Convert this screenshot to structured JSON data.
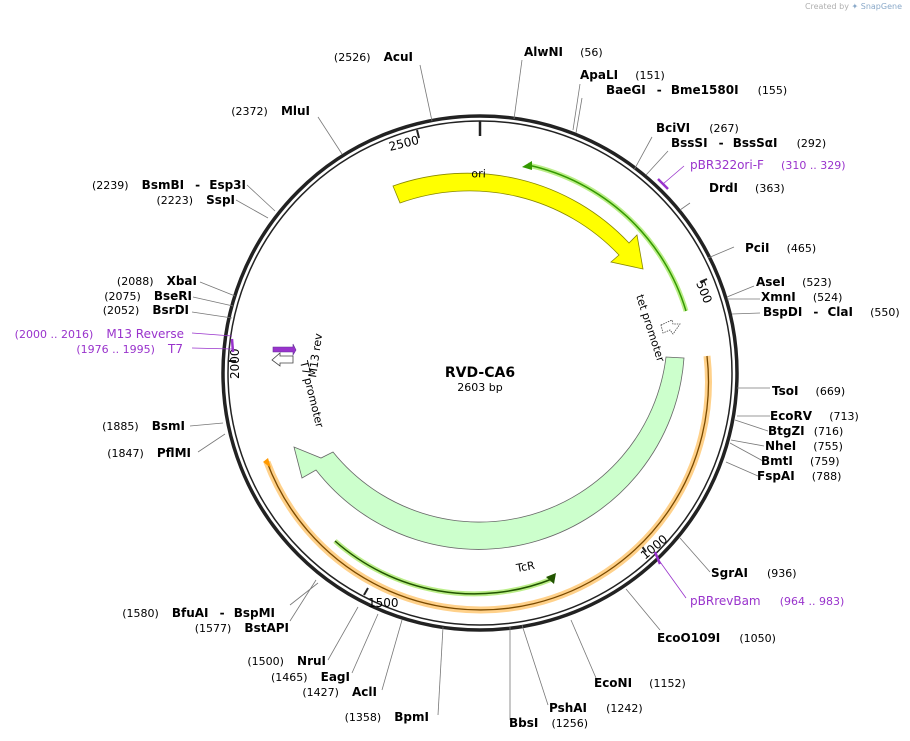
{
  "credit": {
    "prefix": "Created by",
    "brand": "SnapGene"
  },
  "map": {
    "name": "RVD-CA6",
    "length_label": "2603 bp",
    "total_bp": 2603,
    "colors": {
      "ori": "#ffff00",
      "tcr": "#ccffcc",
      "primer": "#9933cc",
      "orange": "#ffa500",
      "green": "#339900"
    }
  },
  "ticks": [
    "500",
    "1000",
    "1500",
    "2000",
    "2500"
  ],
  "features": {
    "ori": "ori",
    "tet_promoter": "tet promoter",
    "tcr": "TcR",
    "m13_rev": "M13 rev",
    "t7_promoter": "T7 promoter"
  },
  "sites": [
    {
      "id": "alwni",
      "name": "AlwNI",
      "pos": "(56)"
    },
    {
      "id": "apali",
      "name": "ApaLI",
      "pos": "(151)"
    },
    {
      "id": "baegi",
      "name": "BaeGI",
      "sep": "-",
      "name2": "Bme1580I",
      "pos": "(155)"
    },
    {
      "id": "bcivi",
      "name": "BciVI",
      "pos": "(267)"
    },
    {
      "id": "bsssi",
      "name": "BssSI",
      "sep": "-",
      "name2": "BssSαI",
      "pos": "(292)"
    },
    {
      "id": "drdi",
      "name": "DrdI",
      "pos": "(363)"
    },
    {
      "id": "pcii",
      "name": "PciI",
      "pos": "(465)"
    },
    {
      "id": "asei",
      "name": "AseI",
      "pos": "(523)"
    },
    {
      "id": "xmni",
      "name": "XmnI",
      "pos": "(524)"
    },
    {
      "id": "bspdi",
      "name": "BspDI",
      "sep": "-",
      "name2": "ClaI",
      "pos": "(550)"
    },
    {
      "id": "tsoi",
      "name": "TsoI",
      "pos": "(669)"
    },
    {
      "id": "ecorv",
      "name": "EcoRV",
      "pos": "(713)"
    },
    {
      "id": "btgzi",
      "name": "BtgZI",
      "pos": "(716)"
    },
    {
      "id": "nhei",
      "name": "NheI",
      "pos": "(755)"
    },
    {
      "id": "bmti",
      "name": "BmtI",
      "pos": "(759)"
    },
    {
      "id": "fspai",
      "name": "FspAI",
      "pos": "(788)"
    },
    {
      "id": "sgrai",
      "name": "SgrAI",
      "pos": "(936)"
    },
    {
      "id": "eco0109i",
      "name": "EcoO109I",
      "pos": "(1050)"
    },
    {
      "id": "econi",
      "name": "EcoNI",
      "pos": "(1152)"
    },
    {
      "id": "pshai",
      "name": "PshAI",
      "pos": "(1242)"
    },
    {
      "id": "bbsi",
      "name": "BbsI",
      "pos": "(1256)"
    },
    {
      "id": "bpmi",
      "name": "BpmI",
      "pos": "(1358)"
    },
    {
      "id": "acli",
      "name": "AclI",
      "pos": "(1427)"
    },
    {
      "id": "eagi",
      "name": "EagI",
      "pos": "(1465)"
    },
    {
      "id": "nrui",
      "name": "NruI",
      "pos": "(1500)"
    },
    {
      "id": "bstapi",
      "name": "BstAPI",
      "pos": "(1577)"
    },
    {
      "id": "bfuai",
      "name": "BfuAI",
      "sep": "-",
      "name2": "BspMI",
      "pos": "(1580)"
    },
    {
      "id": "pflmi",
      "name": "PflMI",
      "pos": "(1847)"
    },
    {
      "id": "bsmi",
      "name": "BsmI",
      "pos": "(1885)"
    },
    {
      "id": "bsrdi",
      "name": "BsrDI",
      "pos": "(2052)"
    },
    {
      "id": "beseri",
      "name": "BseRI",
      "pos": "(2075)"
    },
    {
      "id": "xbai",
      "name": "XbaI",
      "pos": "(2088)"
    },
    {
      "id": "sspi",
      "name": "SspI",
      "pos": "(2223)"
    },
    {
      "id": "bsmbi",
      "name": "BsmBI",
      "sep": "-",
      "name2": "Esp3I",
      "pos": "(2239)"
    },
    {
      "id": "mlui",
      "name": "MluI",
      "pos": "(2372)"
    },
    {
      "id": "acui",
      "name": "AcuI",
      "pos": "(2526)"
    }
  ],
  "primers": [
    {
      "id": "pbr322ori-f",
      "name": "pBR322ori-F",
      "range": "(310 .. 329)"
    },
    {
      "id": "pbrrevbam",
      "name": "pBRrevBam",
      "range": "(964 .. 983)"
    },
    {
      "id": "m13-reverse",
      "name": "M13 Reverse",
      "range": "(2000 .. 2016)"
    },
    {
      "id": "t7",
      "name": "T7",
      "range": "(1976 .. 1995)"
    }
  ]
}
